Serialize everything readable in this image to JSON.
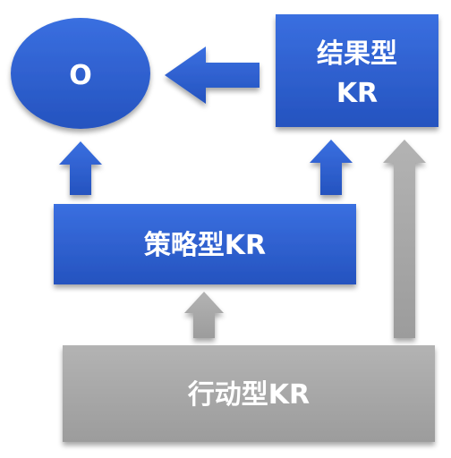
{
  "nodes": {
    "objective": {
      "label": "O"
    },
    "result_kr": {
      "line1": "结果型",
      "line2": "KR"
    },
    "strategy_kr": {
      "label": "策略型KR"
    },
    "action_kr": {
      "label": "行动型KR"
    }
  },
  "colors": {
    "blue_fill": "#2f5fcf",
    "blue_shadow": "#8aa6dd",
    "gray_fill": "#a8a8a8",
    "gray_shadow": "#d6d6d6",
    "text": "#ffffff"
  }
}
